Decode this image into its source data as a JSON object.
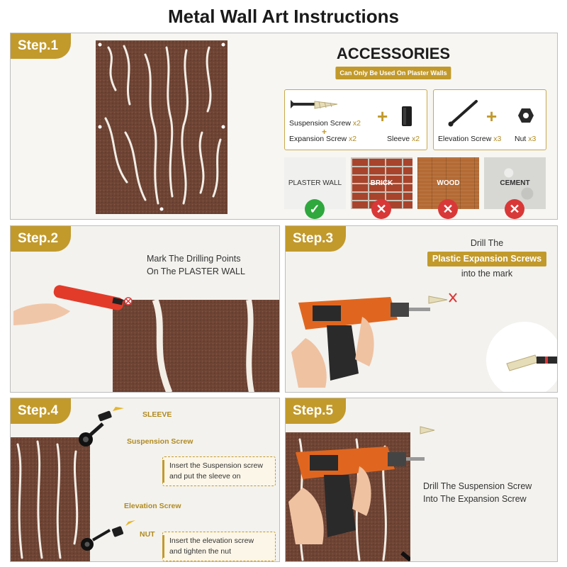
{
  "title": "Metal Wall Art Instructions",
  "colors": {
    "accent": "#c29a2c",
    "rust": "#6e4434",
    "ok": "#2fa83e",
    "no": "#d93838"
  },
  "step1": {
    "badge": "Step.1",
    "accessories_title": "ACCESSORIES",
    "accessories_note": "Can Only Be Used On Plaster Walls",
    "kit_a": {
      "suspension": "Suspension Screw",
      "suspension_qty": "x2",
      "plus_small": "+",
      "expansion": "Expansion Screw",
      "expansion_qty": "x2",
      "sleeve": "Sleeve",
      "sleeve_qty": "x2",
      "plus": "+"
    },
    "kit_b": {
      "elevation": "Elevation Screw",
      "elevation_qty": "x3",
      "nut": "Nut",
      "nut_qty": "x3",
      "plus": "+"
    },
    "walls": [
      {
        "label": "PLASTER WALL",
        "status": "ok",
        "icon": "check-icon",
        "glyph": "✓"
      },
      {
        "label": "BRICK",
        "status": "no",
        "icon": "cross-icon",
        "glyph": "✕"
      },
      {
        "label": "WOOD",
        "status": "no",
        "icon": "cross-icon",
        "glyph": "✕"
      },
      {
        "label": "CEMENT",
        "status": "no",
        "icon": "cross-icon",
        "glyph": "✕"
      }
    ]
  },
  "step2": {
    "badge": "Step.2",
    "line1": "Mark The Drilling Points",
    "line2": "On The PLASTER WALL"
  },
  "step3": {
    "badge": "Step.3",
    "line1": "Drill The",
    "highlight": "Plastic Expansion Screws",
    "line3": "into the mark"
  },
  "step4": {
    "badge": "Step.4",
    "sleeve": "SLEEVE",
    "suspension": "Suspension Screw",
    "note1_line1": "Insert the Suspension screw",
    "note1_line2": "and put the sleeve on",
    "elevation": "Elevation Screw",
    "nut": "NUT",
    "note2_line1": "Insert the elevation screw",
    "note2_line2": "and tighten the nut"
  },
  "step5": {
    "badge": "Step.5",
    "line1": "Drill The Suspension Screw",
    "line2": "Into The Expansion Screw"
  }
}
